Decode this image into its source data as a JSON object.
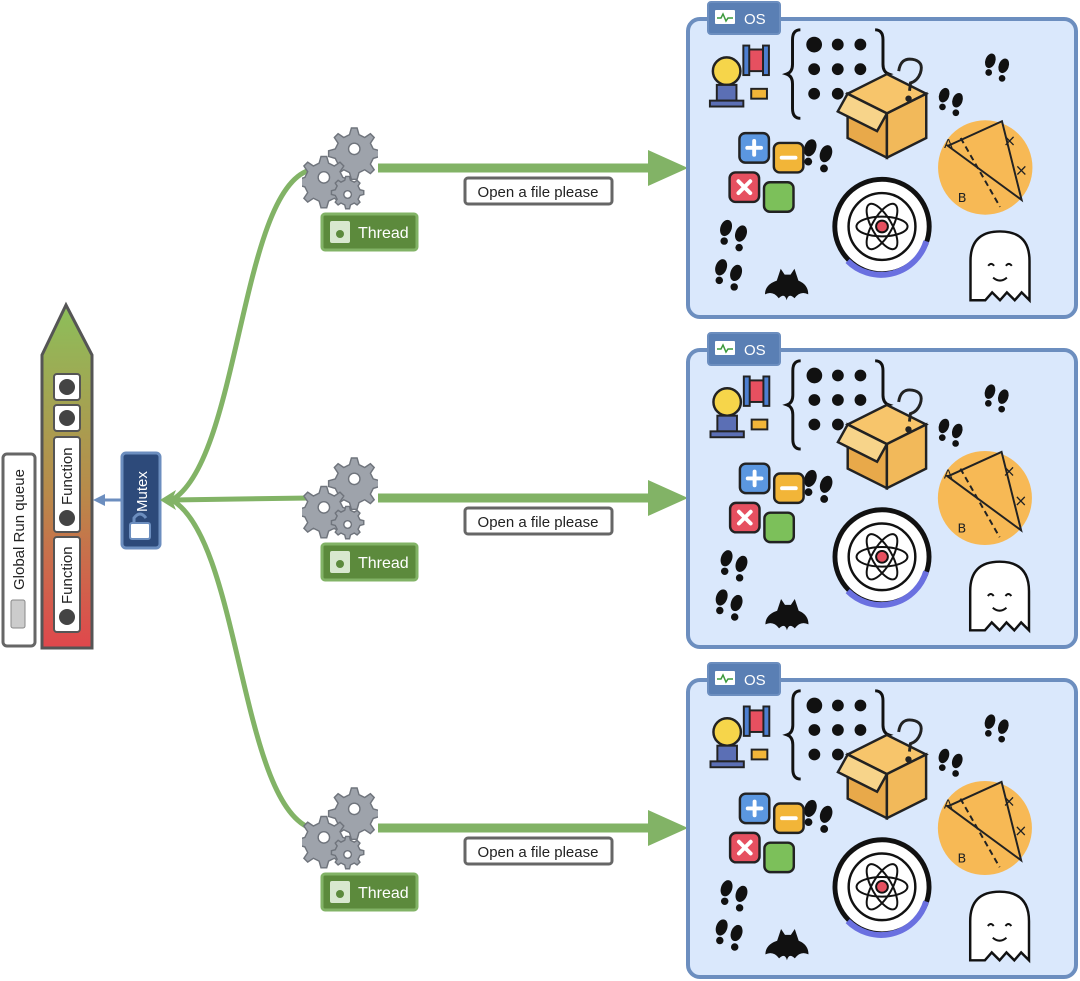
{
  "queue": {
    "label": "Global Run queue",
    "items": [
      {
        "label": ""
      },
      {
        "label": ""
      },
      {
        "label": "Function"
      },
      {
        "label": "Function"
      }
    ]
  },
  "mutex": {
    "label": "Mutex"
  },
  "threads": [
    {
      "label": "Thread",
      "request": "Open a file please"
    },
    {
      "label": "Thread",
      "request": "Open a file please"
    },
    {
      "label": "Thread",
      "request": "Open a file please"
    }
  ],
  "os_panels": [
    {
      "label": "OS"
    },
    {
      "label": "OS"
    },
    {
      "label": "OS"
    }
  ],
  "colors": {
    "arrow_green": "#82b366",
    "thread_fill": "#5c8a3c",
    "thread_border": "#82b366",
    "os_fill": "#dae8fc",
    "os_border": "#6c8ebf",
    "os_tab": "#5a7fb4",
    "mutex_fill": "#2d4a7a",
    "mutex_border": "#6c8ebf",
    "queue_top": "#8cbf5a",
    "queue_bottom": "#e0474c",
    "gear": "#9ea3ab"
  }
}
